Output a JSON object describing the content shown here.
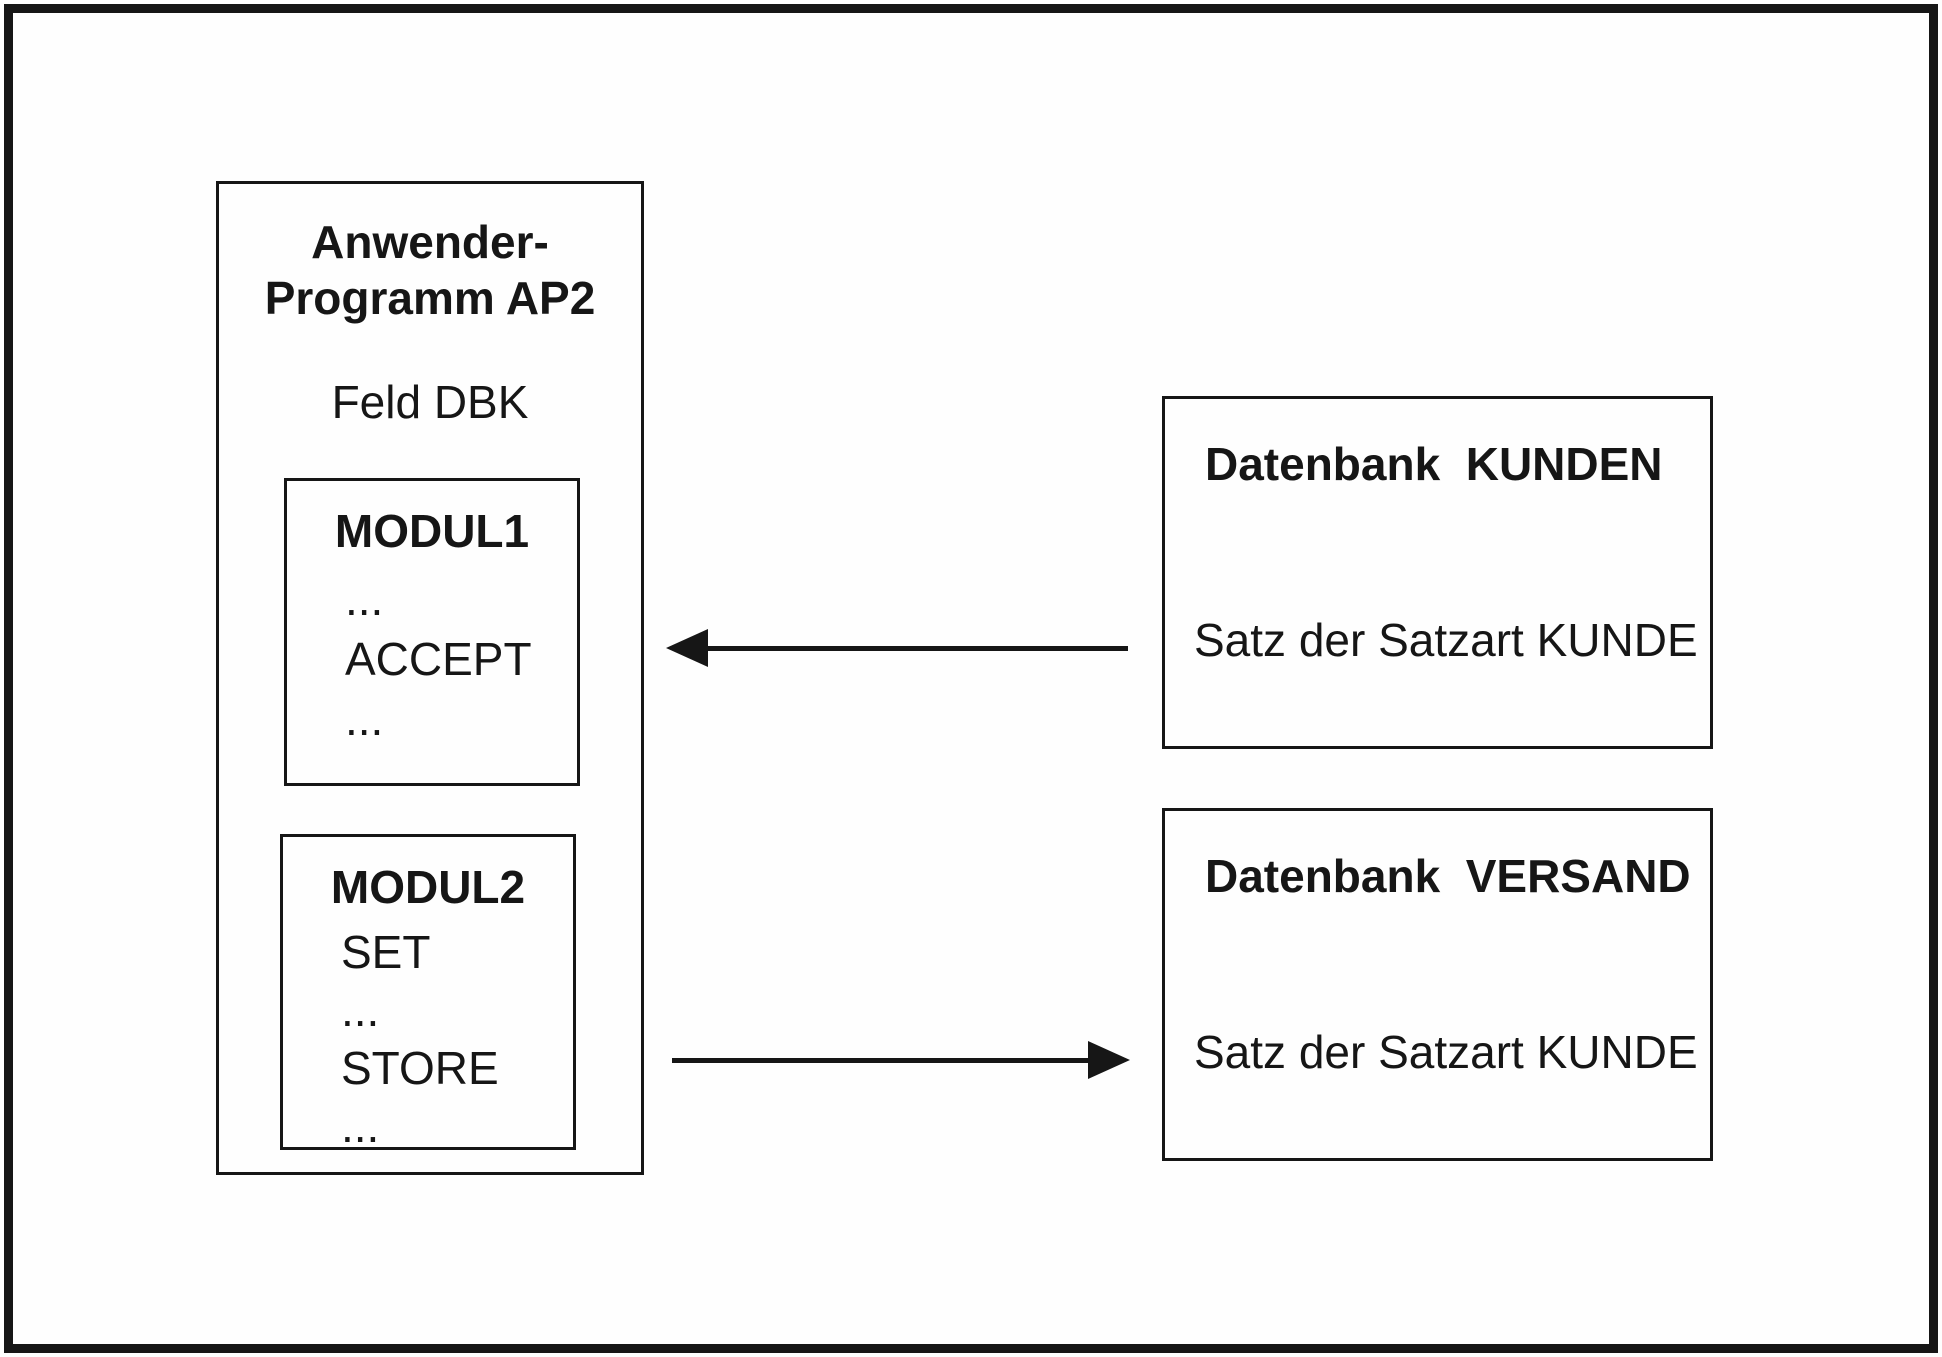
{
  "diagram": {
    "ap2": {
      "title": "Anwender-\nProgramm AP2",
      "field": "Feld DBK",
      "modul1": {
        "title": "MODUL1",
        "lines": [
          "...",
          "ACCEPT",
          "..."
        ]
      },
      "modul2": {
        "title": "MODUL2",
        "lines": [
          "SET",
          "...",
          "STORE",
          "..."
        ]
      }
    },
    "db_kunden": {
      "title": "Datenbank  KUNDEN",
      "record": "Satz der Satzart KUNDE"
    },
    "db_versand": {
      "title": "Datenbank  VERSAND",
      "record": "Satz der Satzart KUNDE"
    }
  }
}
